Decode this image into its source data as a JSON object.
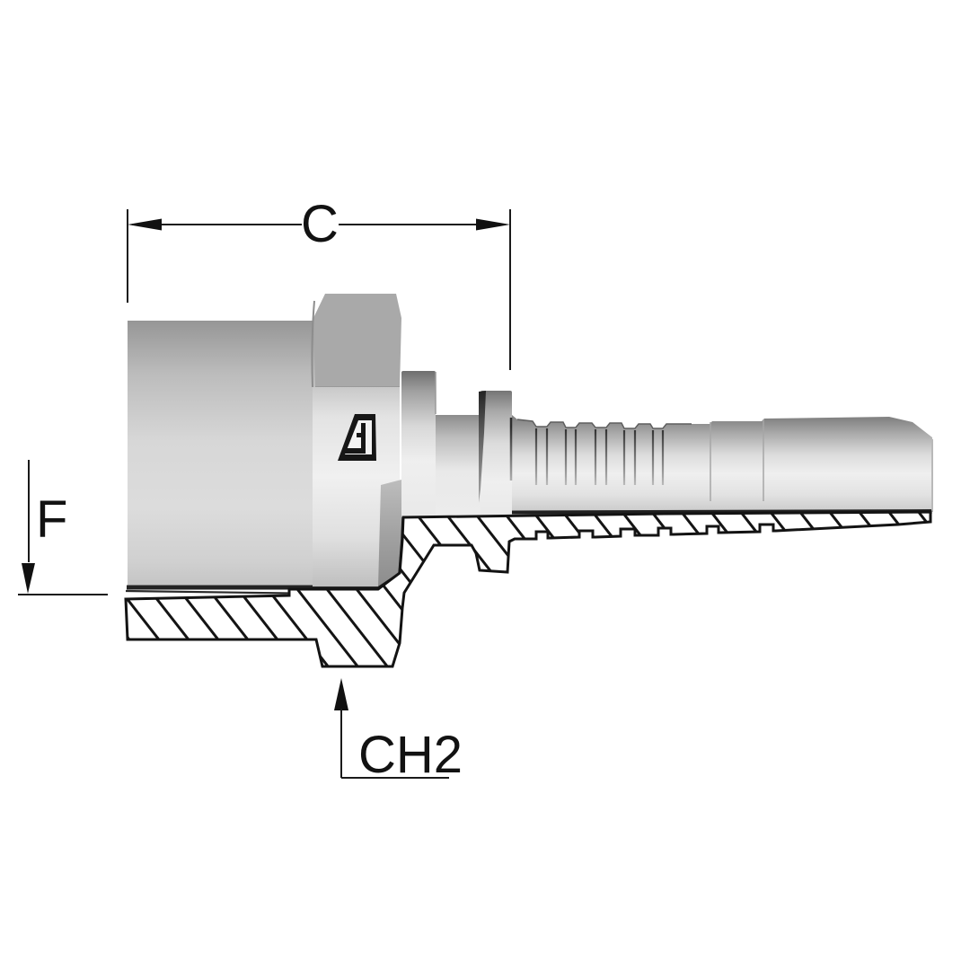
{
  "drawing": {
    "labels": {
      "c": "C",
      "f": "F",
      "ch2": "CH2"
    },
    "logo_icon": "stylized-a-brand-mark",
    "colors": {
      "background": "#ffffff",
      "outline": "#1a1a1a",
      "hex_top_face": "#a9a9a9",
      "metal_dark": "#979797",
      "metal_light": "#efefef",
      "hatch_line": "#141414"
    }
  }
}
